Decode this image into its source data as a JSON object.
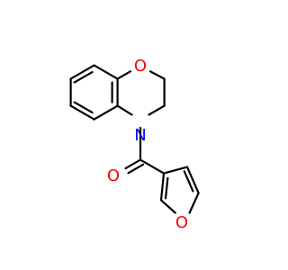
{
  "molecule": {
    "colors": {
      "bond": "#000000",
      "oxygen": "#ff0000",
      "nitrogen": "#0000ff",
      "background": "#ffffff"
    },
    "atoms": {
      "ring_oxygen": "O",
      "amide_nitrogen": "N",
      "carbonyl_oxygen": "O",
      "furan_oxygen": "O"
    }
  }
}
